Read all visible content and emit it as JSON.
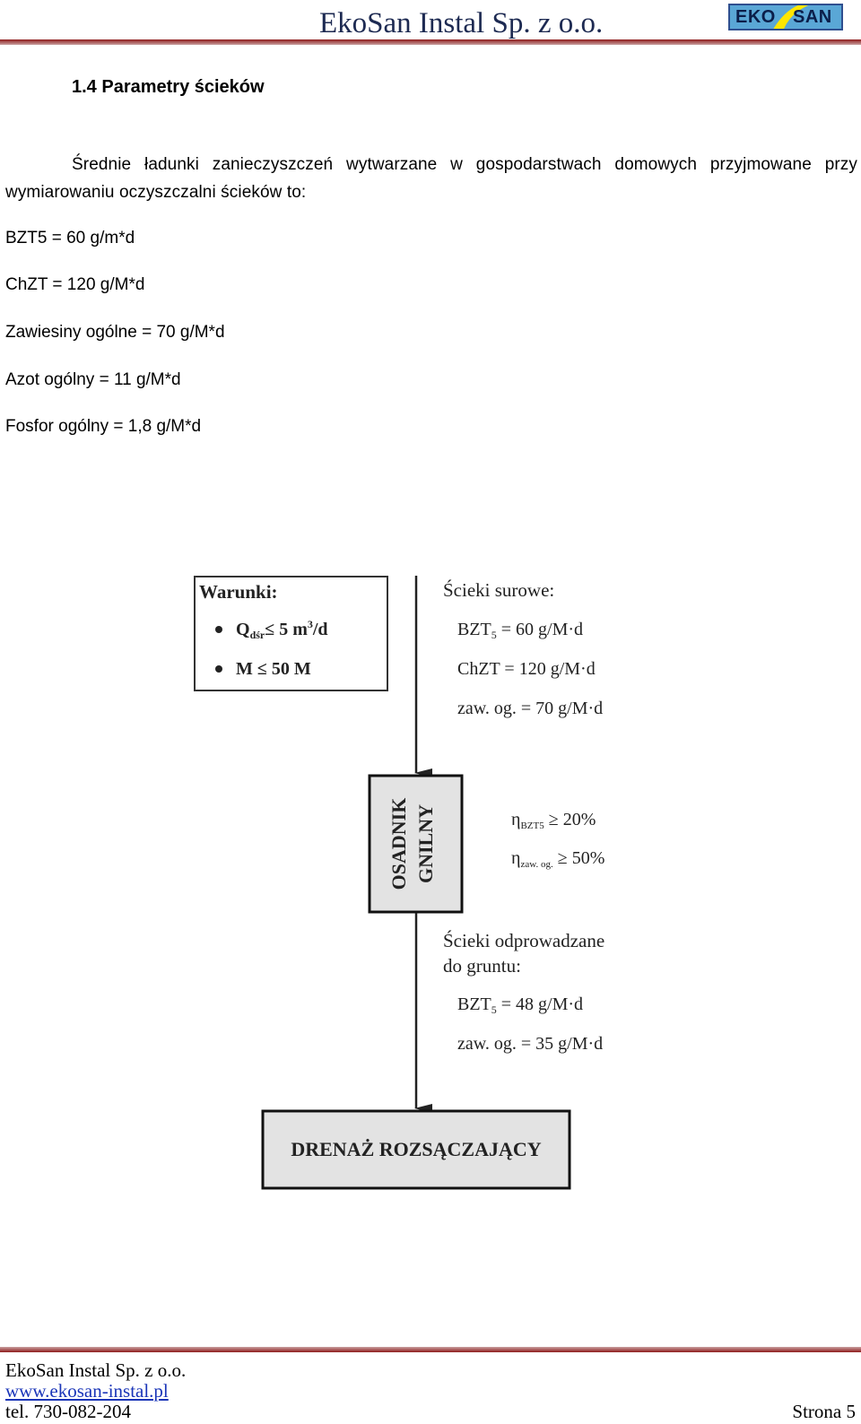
{
  "header": {
    "company": "EkoSan Instal Sp. z o.o.",
    "logo": {
      "part1": "EKO",
      "part2": "SAN",
      "colors": {
        "background": "#5aa7d6",
        "accent": "#ffe600",
        "text": "#0b1e4a"
      }
    },
    "rule_color": "#8e1b1b"
  },
  "section": {
    "heading": "1.4  Parametry ścieków",
    "intro": "Średnie ładunki zanieczyszczeń wytwarzane w gospodarstwach domowych przyjmowane przy wymiarowaniu oczyszczalni ścieków to:",
    "params": [
      "BZT5 = 60 g/m*d",
      "ChZT = 120 g/M*d",
      "Zawiesiny ogólne = 70 g/M*d",
      "Azot ogólny = 11 g/M*d",
      "Fosfor ogólny = 1,8 g/M*d"
    ]
  },
  "diagram": {
    "conditions": {
      "title": "Warunki:",
      "q_main": "Q",
      "q_sub": "dśr",
      "q_rel": "≤ 5 m",
      "q_sup": "3",
      "q_unit": "/d",
      "m_item": "M ≤ 50 M"
    },
    "raw": {
      "title": "Ścieki surowe:",
      "bzt": {
        "main": "BZT",
        "sub": "5",
        "rest": " = 60 g/M·d"
      },
      "chzt": "ChZT = 120 g/M·d",
      "zaw": "zaw. og. = 70 g/M·d"
    },
    "tank": {
      "line1": "OSADNIK",
      "line2": "GNILNY"
    },
    "efficiency": {
      "bzt": {
        "sym": "η",
        "sub": "BZT5",
        "val": " ≥ 20%"
      },
      "zaw": {
        "sym": "η",
        "sub": "zaw. og.",
        "val": " ≥ 50%"
      }
    },
    "outflow": {
      "title1": "Ścieki odprowadzane",
      "title2": "do gruntu:",
      "bzt": {
        "main": "BZT",
        "sub": "5",
        "rest": " = 48 g/M·d"
      },
      "zaw": "zaw. og. = 35 g/M·d"
    },
    "drain": "DRENAŻ ROZSĄCZAJĄCY"
  },
  "footer": {
    "company": "EkoSan Instal Sp. z o.o.",
    "website": "www.ekosan-instal.pl",
    "phone": "tel. 730-082-204",
    "page": "Strona 5"
  }
}
